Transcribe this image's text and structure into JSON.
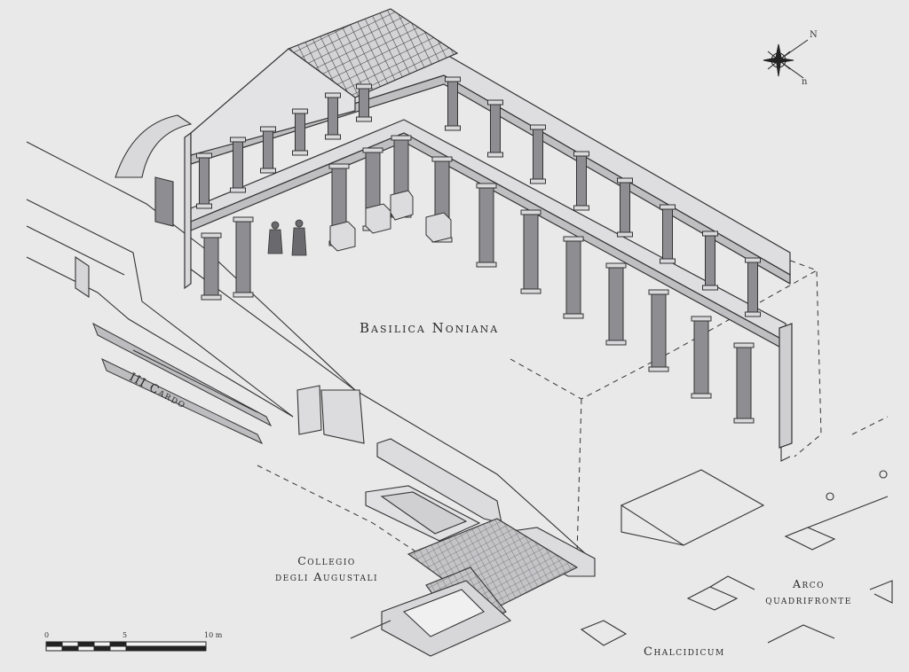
{
  "labels": {
    "basilica": "Basilica Noniana",
    "cardo": "III Cardo",
    "collegio_line1": "Collegio",
    "collegio_line2": "degli Augustali",
    "arco_line1": "Arco",
    "arco_line2": "quadrifronte",
    "chalcidicum": "Chalcidicum"
  },
  "scale_bar": {
    "tick_0": "0",
    "tick_5": "5",
    "tick_10": "10 m"
  },
  "compass": {
    "north": "N",
    "south": "n"
  },
  "colors": {
    "background": "#e9e9ea",
    "ink": "#2a2a2c",
    "column_fill": "#8e8e92",
    "floor_fill": "#bdbdc0"
  }
}
